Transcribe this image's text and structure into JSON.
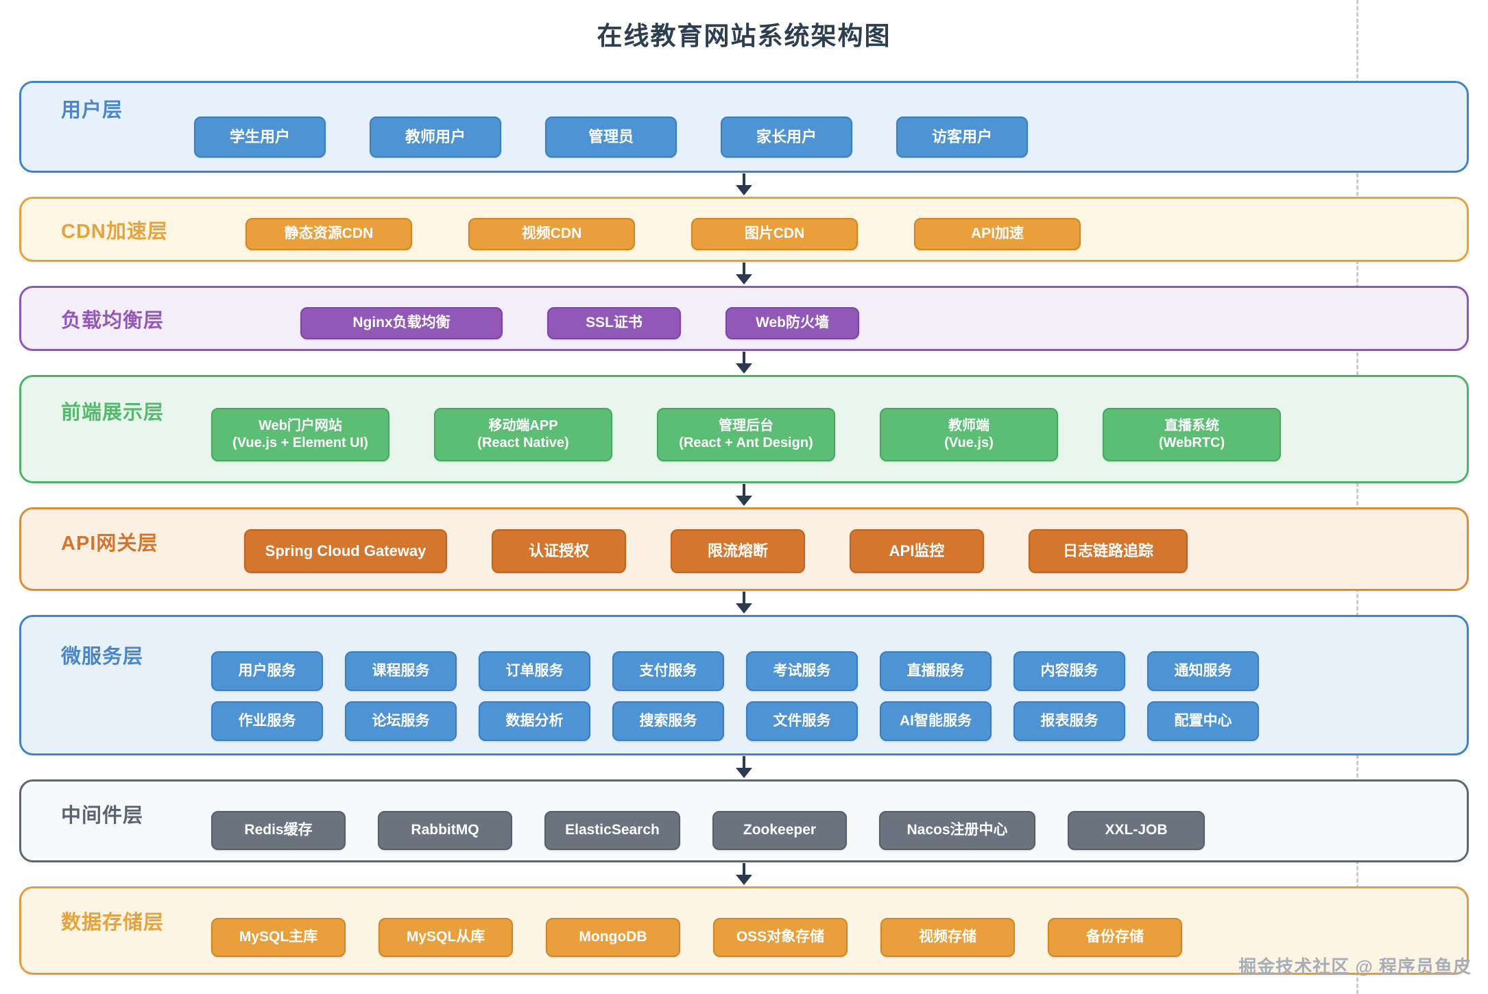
{
  "title": "在线教育网站系统架构图",
  "watermark": "掘金技术社区 @ 程序员鱼皮",
  "colors": {
    "title_and_arrow": "#2c3e50",
    "user_layer_blue": "#4e93d4",
    "cdn_orange": "#e9a03c",
    "load_balancer_purple": "#9258b8",
    "frontend_green": "#5cbe74",
    "gateway_dark_orange": "#d4762e",
    "middleware_gray": "#6b747e",
    "storage_orange": "#e9a03c",
    "dashed_guide_line": "#c9cdd2",
    "watermark_gray": "#a7adb6"
  },
  "layers": [
    {
      "name": "用户层",
      "boxes": [
        "学生用户",
        "教师用户",
        "管理员",
        "家长用户",
        "访客用户"
      ]
    },
    {
      "name": "CDN加速层",
      "boxes": [
        "静态资源CDN",
        "视频CDN",
        "图片CDN",
        "API加速"
      ]
    },
    {
      "name": "负载均衡层",
      "boxes": [
        "Nginx负载均衡",
        "SSL证书",
        "Web防火墙"
      ]
    },
    {
      "name": "前端展示层",
      "boxes": [
        {
          "line1": "Web门户网站",
          "line2": "(Vue.js + Element UI)"
        },
        {
          "line1": "移动端APP",
          "line2": "(React Native)"
        },
        {
          "line1": "管理后台",
          "line2": "(React + Ant Design)"
        },
        {
          "line1": "教师端",
          "line2": "(Vue.js)"
        },
        {
          "line1": "直播系统",
          "line2": "(WebRTC)"
        }
      ]
    },
    {
      "name": "API网关层",
      "boxes": [
        "Spring Cloud Gateway",
        "认证授权",
        "限流熔断",
        "API监控",
        "日志链路追踪"
      ]
    },
    {
      "name": "微服务层",
      "rows": [
        [
          "用户服务",
          "课程服务",
          "订单服务",
          "支付服务",
          "考试服务",
          "直播服务",
          "内容服务",
          "通知服务"
        ],
        [
          "作业服务",
          "论坛服务",
          "数据分析",
          "搜索服务",
          "文件服务",
          "AI智能服务",
          "报表服务",
          "配置中心"
        ]
      ]
    },
    {
      "name": "中间件层",
      "boxes": [
        "Redis缓存",
        "RabbitMQ",
        "ElasticSearch",
        "Zookeeper",
        "Nacos注册中心",
        "XXL-JOB"
      ]
    },
    {
      "name": "数据存储层",
      "boxes": [
        "MySQL主库",
        "MySQL从库",
        "MongoDB",
        "OSS对象存储",
        "视频存储",
        "备份存储"
      ]
    }
  ]
}
